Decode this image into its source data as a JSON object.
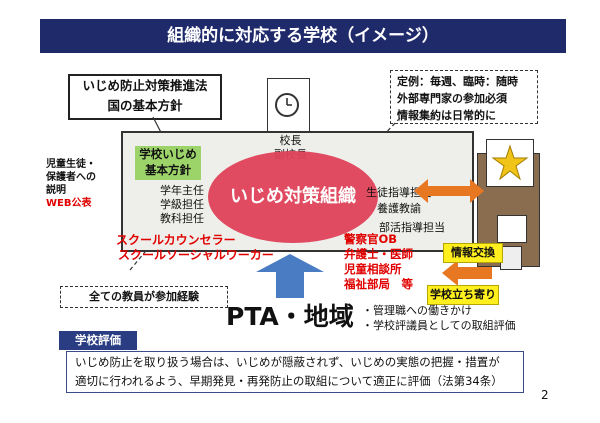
{
  "title": "組織的に対応する学校（イメージ）",
  "law_box": {
    "line1": "いじめ防止対策推進法",
    "line2": "国の基本方針"
  },
  "definition_box": {
    "line1": "定例：毎週、臨時：随時",
    "line2": "外部専門家の参加必須",
    "line3": "情報集約は日常的に"
  },
  "left_notes": {
    "line1": "児童生徒・",
    "line2": "保護者への",
    "line3": "説明",
    "line4": "WEB公表"
  },
  "school_policy": {
    "line1": "学校いじめ",
    "line2": "基本方針"
  },
  "leaders": {
    "principal": "校長",
    "vice_principal": "副校長"
  },
  "teachers": {
    "grade_head": "学年主任",
    "class_teacher": "学級担任",
    "subject_teacher": "教科担任"
  },
  "organization_name": "いじめ対策組織",
  "staff_right": {
    "guidance": "生徒指導担当",
    "nurse": "養護教諭",
    "club": "部活指導担当"
  },
  "counselors": {
    "line1": "スクールカウンセラー",
    "line2": "スクールソーシャルワーカー"
  },
  "external": {
    "line1": "警察官OB",
    "line2": "弁護士・医師",
    "line3": "児童相談所",
    "line4": "福祉部局　等"
  },
  "info_exchange": "情報交換",
  "police_visit": "学校立ち寄り",
  "all_staff": "全ての教員が参加経験",
  "pta_label": "PTA・地域",
  "pta_notes": {
    "line1": "・管理職への働きかけ",
    "line2": "・学校評議員としての取組評価"
  },
  "evaluation": {
    "label": "学校評価",
    "line1": "いじめ防止を取り扱う場合は、いじめが隠蔽されず、いじめの実態の把握・措置が",
    "line2": "適切に行われるよう、早期発見・再発防止の取組について適正に評価（法第34条）"
  },
  "page_number": "2",
  "colors": {
    "title_bg": "#1f2a6b",
    "ellipse": "#e0435a",
    "orange_arrow": "#e87722",
    "blue_arrow": "#4a7cc4"
  }
}
